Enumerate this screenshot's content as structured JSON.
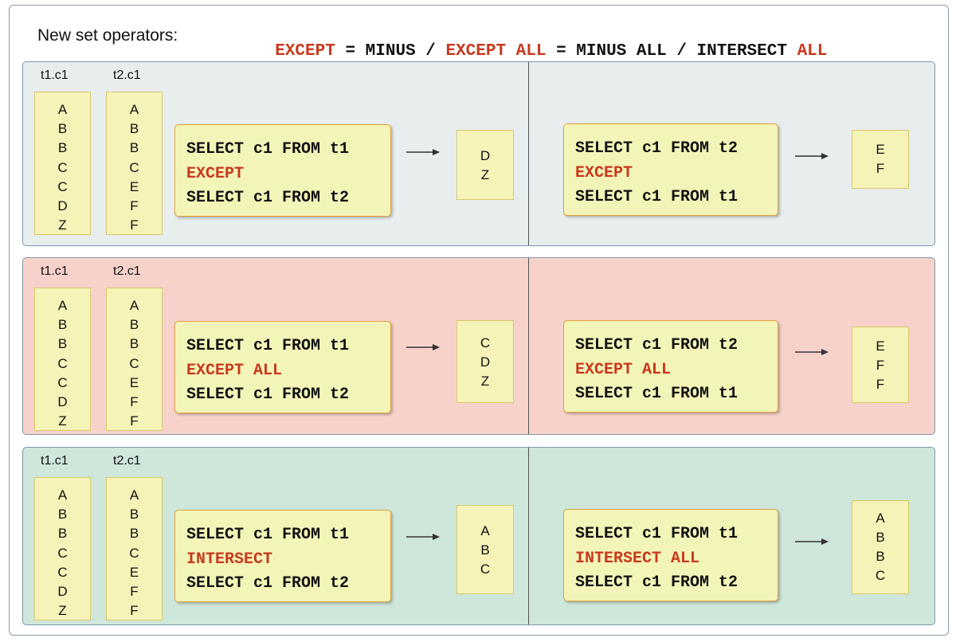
{
  "header": {
    "title": "New set operators:",
    "parts": [
      {
        "text": "EXCEPT",
        "red": true
      },
      {
        "text": " = MINUS / ",
        "red": false
      },
      {
        "text": "EXCEPT ALL",
        "red": true
      },
      {
        "text": " = MINUS ALL / INTERSECT ",
        "red": false
      },
      {
        "text": "ALL",
        "red": true
      }
    ]
  },
  "colors": {
    "accent_red": "#c8381d",
    "panel1_bg": "#e8edee",
    "panel2_bg": "#f7d2ca",
    "panel3_bg": "#cfe6da",
    "box_fill": "#f5f3b8"
  },
  "panels": [
    {
      "t1_header": "t1.c1",
      "t2_header": "t2.c1",
      "t1": [
        "A",
        "B",
        "B",
        "C",
        "C",
        "D",
        "Z"
      ],
      "t2": [
        "A",
        "B",
        "B",
        "C",
        "E",
        "F",
        "F"
      ],
      "left_query": {
        "line1": "SELECT c1 FROM t1",
        "op": "EXCEPT",
        "line3": "SELECT c1 FROM t2"
      },
      "left_result": [
        "D",
        "Z"
      ],
      "right_query": {
        "line1": "SELECT c1 FROM t2",
        "op": "EXCEPT",
        "line3": "SELECT c1 FROM t1"
      },
      "right_result": [
        "E",
        "F"
      ]
    },
    {
      "t1_header": "t1.c1",
      "t2_header": "t2.c1",
      "t1": [
        "A",
        "B",
        "B",
        "C",
        "C",
        "D",
        "Z"
      ],
      "t2": [
        "A",
        "B",
        "B",
        "C",
        "E",
        "F",
        "F"
      ],
      "left_query": {
        "line1": "SELECT c1 FROM t1",
        "op": "EXCEPT ALL",
        "line3": "SELECT c1 FROM t2"
      },
      "left_result": [
        "C",
        "D",
        "Z"
      ],
      "right_query": {
        "line1": "SELECT c1 FROM t2",
        "op": "EXCEPT ALL",
        "line3": "SELECT c1 FROM t1"
      },
      "right_result": [
        "E",
        "F",
        "F"
      ]
    },
    {
      "t1_header": "t1.c1",
      "t2_header": "t2.c1",
      "t1": [
        "A",
        "B",
        "B",
        "C",
        "C",
        "D",
        "Z"
      ],
      "t2": [
        "A",
        "B",
        "B",
        "C",
        "E",
        "F",
        "F"
      ],
      "left_query": {
        "line1": "SELECT c1 FROM t1",
        "op": "INTERSECT",
        "line3": "SELECT c1 FROM t2"
      },
      "left_result": [
        "A",
        "B",
        "C"
      ],
      "right_query": {
        "line1": "SELECT c1 FROM t1",
        "op": "INTERSECT ALL",
        "line3": "SELECT c1 FROM t2"
      },
      "right_result": [
        "A",
        "B",
        "B",
        "C"
      ]
    }
  ]
}
